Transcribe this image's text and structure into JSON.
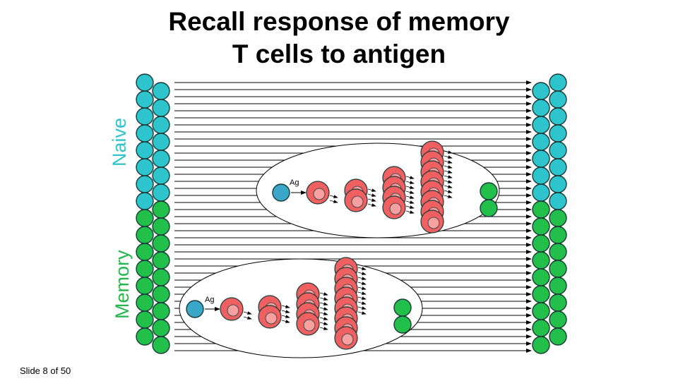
{
  "slide": {
    "title_line1": "Recall response of memory",
    "title_line2": "T cells to antigen",
    "naive_label": "Naive",
    "memory_label": "Memory",
    "antigen_label": "Ag",
    "footer": "Slide 8 of 50"
  },
  "colors": {
    "naive_cell": "#2ec4cc",
    "memory_cell": "#22c04a",
    "effector_cell": "#f06060",
    "effector_core": "#f7a0a0",
    "antigen_cell": "#3aa6c8",
    "cell_outline": "#1a3a3a",
    "arrow": "#000000"
  },
  "icons": [
    "naive-t-cell-icon",
    "memory-t-cell-icon",
    "effector-t-cell-icon",
    "antigen-presenting-cell-icon",
    "arrow-icon"
  ]
}
